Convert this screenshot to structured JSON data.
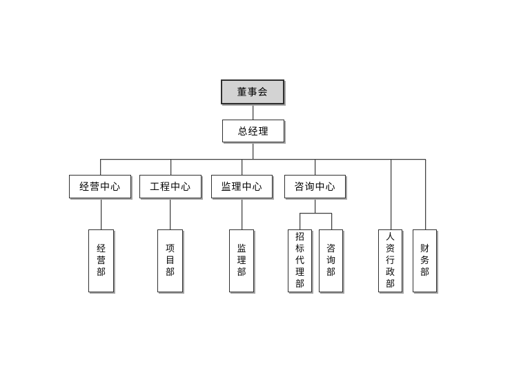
{
  "org": {
    "root": {
      "label": "董事会"
    },
    "general_manager": {
      "label": "总经理"
    },
    "centers": [
      {
        "label": "经营中心"
      },
      {
        "label": "工程中心"
      },
      {
        "label": "监理中心"
      },
      {
        "label": "咨询中心"
      }
    ],
    "departments": [
      {
        "label": "经营部"
      },
      {
        "label": "项目部"
      },
      {
        "label": "监理部"
      },
      {
        "label": "招标代理部"
      },
      {
        "label": "咨询部"
      },
      {
        "label": "人资行政部"
      },
      {
        "label": "财务部"
      }
    ],
    "colors": {
      "background": "#ffffff",
      "root_fill": "#d3d3d3",
      "box_fill": "#ffffff",
      "border": "#2f2f2f",
      "line": "#3f3f3f",
      "shadow": "#a3a3a3",
      "text": "#000000"
    }
  }
}
